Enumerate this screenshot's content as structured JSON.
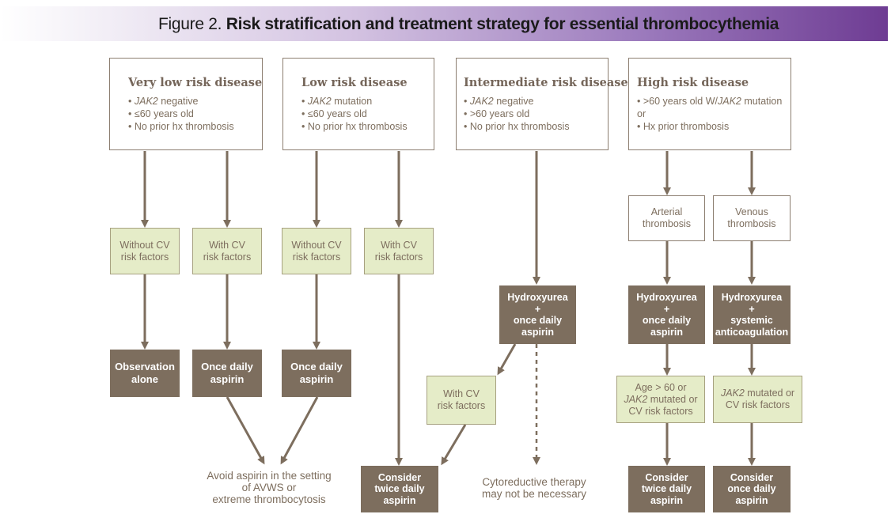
{
  "figure": {
    "label": "Figure 2.",
    "title": "Risk stratification and treatment strategy for essential thrombocythemia"
  },
  "columns": {
    "very_low": {
      "title": "Very low risk disease",
      "bullets": [
        "• ",
        "JAK2",
        " negative",
        "• ≤60 years old",
        "• No prior hx thrombosis"
      ]
    },
    "low": {
      "title": "Low risk disease",
      "bullets": [
        "• ",
        "JAK2",
        " mutation",
        "• ≤60 years old",
        "• No prior hx thrombosis"
      ]
    },
    "intermediate": {
      "title": "Intermediate risk disease",
      "bullets": [
        "• ",
        "JAK2",
        " negative",
        "• >60 years old",
        "• No prior hx thrombosis"
      ]
    },
    "high": {
      "title": "High risk disease",
      "bullets": [
        "• >60 years old W/",
        "JAK2",
        " mutation",
        "or",
        "• Hx prior thrombosis"
      ]
    }
  },
  "nodes": {
    "without_cv_1": [
      "Without CV",
      "risk factors"
    ],
    "with_cv_1": [
      "With CV",
      "risk factors"
    ],
    "without_cv_2": [
      "Without CV",
      "risk factors"
    ],
    "with_cv_2": [
      "With CV",
      "risk factors"
    ],
    "observation": [
      "Observation",
      "alone"
    ],
    "once_daily_1": [
      "Once daily",
      "aspirin"
    ],
    "once_daily_2": [
      "Once daily",
      "aspirin"
    ],
    "hydroxyurea_int": [
      "Hydroxyurea",
      "+",
      "once daily",
      "aspirin"
    ],
    "with_cv_int": [
      "With CV",
      "risk factors"
    ],
    "consider_twice_low": [
      "Consider",
      "twice daily",
      "aspirin"
    ],
    "arterial": [
      "Arterial",
      "thrombosis"
    ],
    "venous": [
      "Venous",
      "thrombosis"
    ],
    "hydroxyurea_art": [
      "Hydroxyurea",
      "+",
      "once daily",
      "aspirin"
    ],
    "hydroxyurea_ven": [
      "Hydroxyurea",
      "+",
      "systemic",
      "anticoagulation"
    ],
    "age_jak2_cv": [
      "Age > 60 or",
      "JAK2",
      " mutated or",
      "CV risk factors"
    ],
    "jak2_cv": [
      "JAK2",
      " mutated or",
      "CV risk factors"
    ],
    "consider_twice_high": [
      "Consider",
      "twice daily",
      "aspirin"
    ],
    "consider_once_high": [
      "Consider",
      "once daily",
      "aspirin"
    ]
  },
  "notes": {
    "avoid_aspirin": [
      "Avoid aspirin in the setting",
      "of AVWS or",
      "extreme thrombocytosis"
    ],
    "cytoreductive": [
      "Cytoreductive therapy",
      "may not be necessary"
    ]
  },
  "colors": {
    "brown": "#7d6e5e",
    "green": "#e5ecc8",
    "arrow": "#7d6e5e",
    "banner_end": "#6e3c93"
  }
}
